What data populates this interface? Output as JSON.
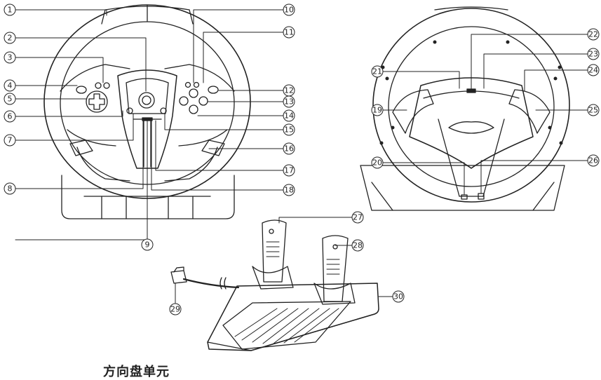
{
  "caption": "方向盘单元",
  "callouts": [
    {
      "id": "c1",
      "num": "1"
    },
    {
      "id": "c2",
      "num": "2"
    },
    {
      "id": "c3",
      "num": "3"
    },
    {
      "id": "c4",
      "num": "4"
    },
    {
      "id": "c5",
      "num": "5"
    },
    {
      "id": "c6",
      "num": "6"
    },
    {
      "id": "c7",
      "num": "7"
    },
    {
      "id": "c8",
      "num": "8"
    },
    {
      "id": "c9",
      "num": "9"
    },
    {
      "id": "c10",
      "num": "10"
    },
    {
      "id": "c11",
      "num": "11"
    },
    {
      "id": "c12",
      "num": "12"
    },
    {
      "id": "c13",
      "num": "13"
    },
    {
      "id": "c14",
      "num": "14"
    },
    {
      "id": "c15",
      "num": "15"
    },
    {
      "id": "c16",
      "num": "16"
    },
    {
      "id": "c17",
      "num": "17"
    },
    {
      "id": "c18",
      "num": "18"
    },
    {
      "id": "c19",
      "num": "19"
    },
    {
      "id": "c20",
      "num": "20"
    },
    {
      "id": "c21",
      "num": "21"
    },
    {
      "id": "c22",
      "num": "22"
    },
    {
      "id": "c23",
      "num": "23"
    },
    {
      "id": "c24",
      "num": "24"
    },
    {
      "id": "c25",
      "num": "25"
    },
    {
      "id": "c26",
      "num": "26"
    },
    {
      "id": "c27",
      "num": "27"
    },
    {
      "id": "c28",
      "num": "28"
    },
    {
      "id": "c29",
      "num": "29"
    },
    {
      "id": "c30",
      "num": "30"
    }
  ]
}
